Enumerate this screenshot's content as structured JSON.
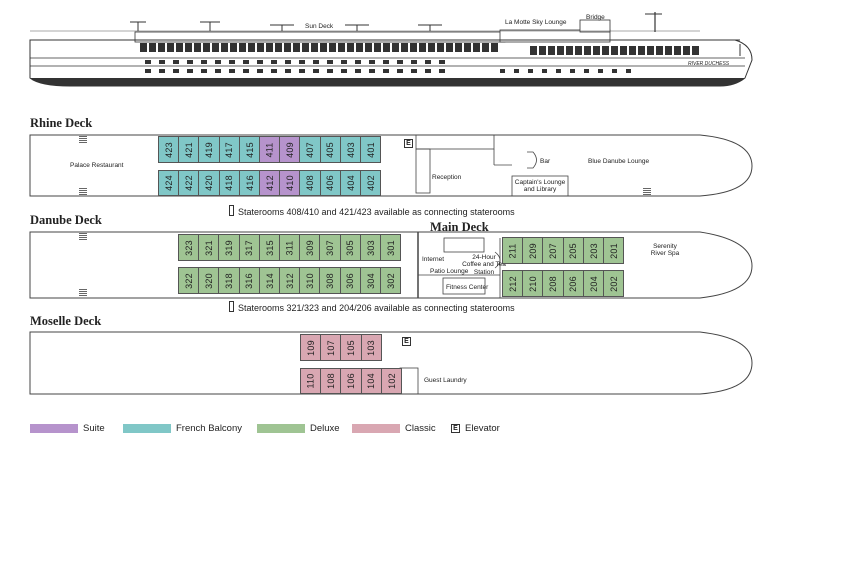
{
  "profile": {
    "labels": {
      "sun_deck": "Sun Deck",
      "bridge": "Bridge",
      "sky_lounge": "La Motte Sky Lounge",
      "ship_name": "RIVER DUCHESS"
    }
  },
  "decks": {
    "rhine": {
      "title": "Rhine Deck",
      "areas": {
        "restaurant": "Palace Restaurant",
        "reception": "Reception",
        "bar": "Bar",
        "lounge": "Blue Danube Lounge",
        "captains": "Captain's Lounge and Library"
      },
      "top_rooms": [
        {
          "n": "423",
          "cat": "balcony"
        },
        {
          "n": "421",
          "cat": "balcony"
        },
        {
          "n": "419",
          "cat": "balcony"
        },
        {
          "n": "417",
          "cat": "balcony"
        },
        {
          "n": "415",
          "cat": "balcony"
        },
        {
          "n": "411",
          "cat": "suite"
        },
        {
          "n": "409",
          "cat": "suite"
        },
        {
          "n": "407",
          "cat": "balcony"
        },
        {
          "n": "405",
          "cat": "balcony"
        },
        {
          "n": "403",
          "cat": "balcony"
        },
        {
          "n": "401",
          "cat": "balcony"
        }
      ],
      "bottom_rooms": [
        {
          "n": "424",
          "cat": "balcony"
        },
        {
          "n": "422",
          "cat": "balcony"
        },
        {
          "n": "420",
          "cat": "balcony"
        },
        {
          "n": "418",
          "cat": "balcony"
        },
        {
          "n": "416",
          "cat": "balcony"
        },
        {
          "n": "412",
          "cat": "suite"
        },
        {
          "n": "410",
          "cat": "suite"
        },
        {
          "n": "408",
          "cat": "balcony"
        },
        {
          "n": "406",
          "cat": "balcony"
        },
        {
          "n": "404",
          "cat": "balcony"
        },
        {
          "n": "402",
          "cat": "balcony"
        }
      ],
      "note": "Staterooms 408/410 and 421/423 available as connecting staterooms"
    },
    "danube": {
      "title": "Danube Deck",
      "top_rooms": [
        "323",
        "321",
        "319",
        "317",
        "315",
        "311",
        "309",
        "307",
        "305",
        "303",
        "301"
      ],
      "bottom_rooms": [
        "322",
        "320",
        "318",
        "316",
        "314",
        "312",
        "310",
        "308",
        "306",
        "304",
        "302"
      ],
      "note": "Staterooms 321/323 and 204/206 available as connecting staterooms"
    },
    "main": {
      "title": "Main Deck",
      "areas": {
        "internet": "Internet",
        "coffee": "24-Hour Coffee and Tea Station",
        "patio": "Patio Lounge",
        "fitness": "Fitness Center",
        "spa": "Serenity River Spa"
      },
      "top_rooms": [
        "211",
        "209",
        "207",
        "205",
        "203",
        "201"
      ],
      "bottom_rooms": [
        "212",
        "210",
        "208",
        "206",
        "204",
        "202"
      ]
    },
    "moselle": {
      "title": "Moselle Deck",
      "areas": {
        "laundry": "Guest Laundry"
      },
      "top_rooms": [
        "109",
        "107",
        "105",
        "103"
      ],
      "bottom_rooms": [
        "110",
        "108",
        "106",
        "104",
        "102"
      ]
    }
  },
  "elevator_symbol": "E",
  "legend": [
    {
      "label": "Suite",
      "color": "#b693cc"
    },
    {
      "label": "French Balcony",
      "color": "#80c7c7"
    },
    {
      "label": "Deluxe",
      "color": "#9fc493"
    },
    {
      "label": "Classic",
      "color": "#d9a7b2"
    },
    {
      "label": "Elevator",
      "symbol": "E"
    }
  ]
}
